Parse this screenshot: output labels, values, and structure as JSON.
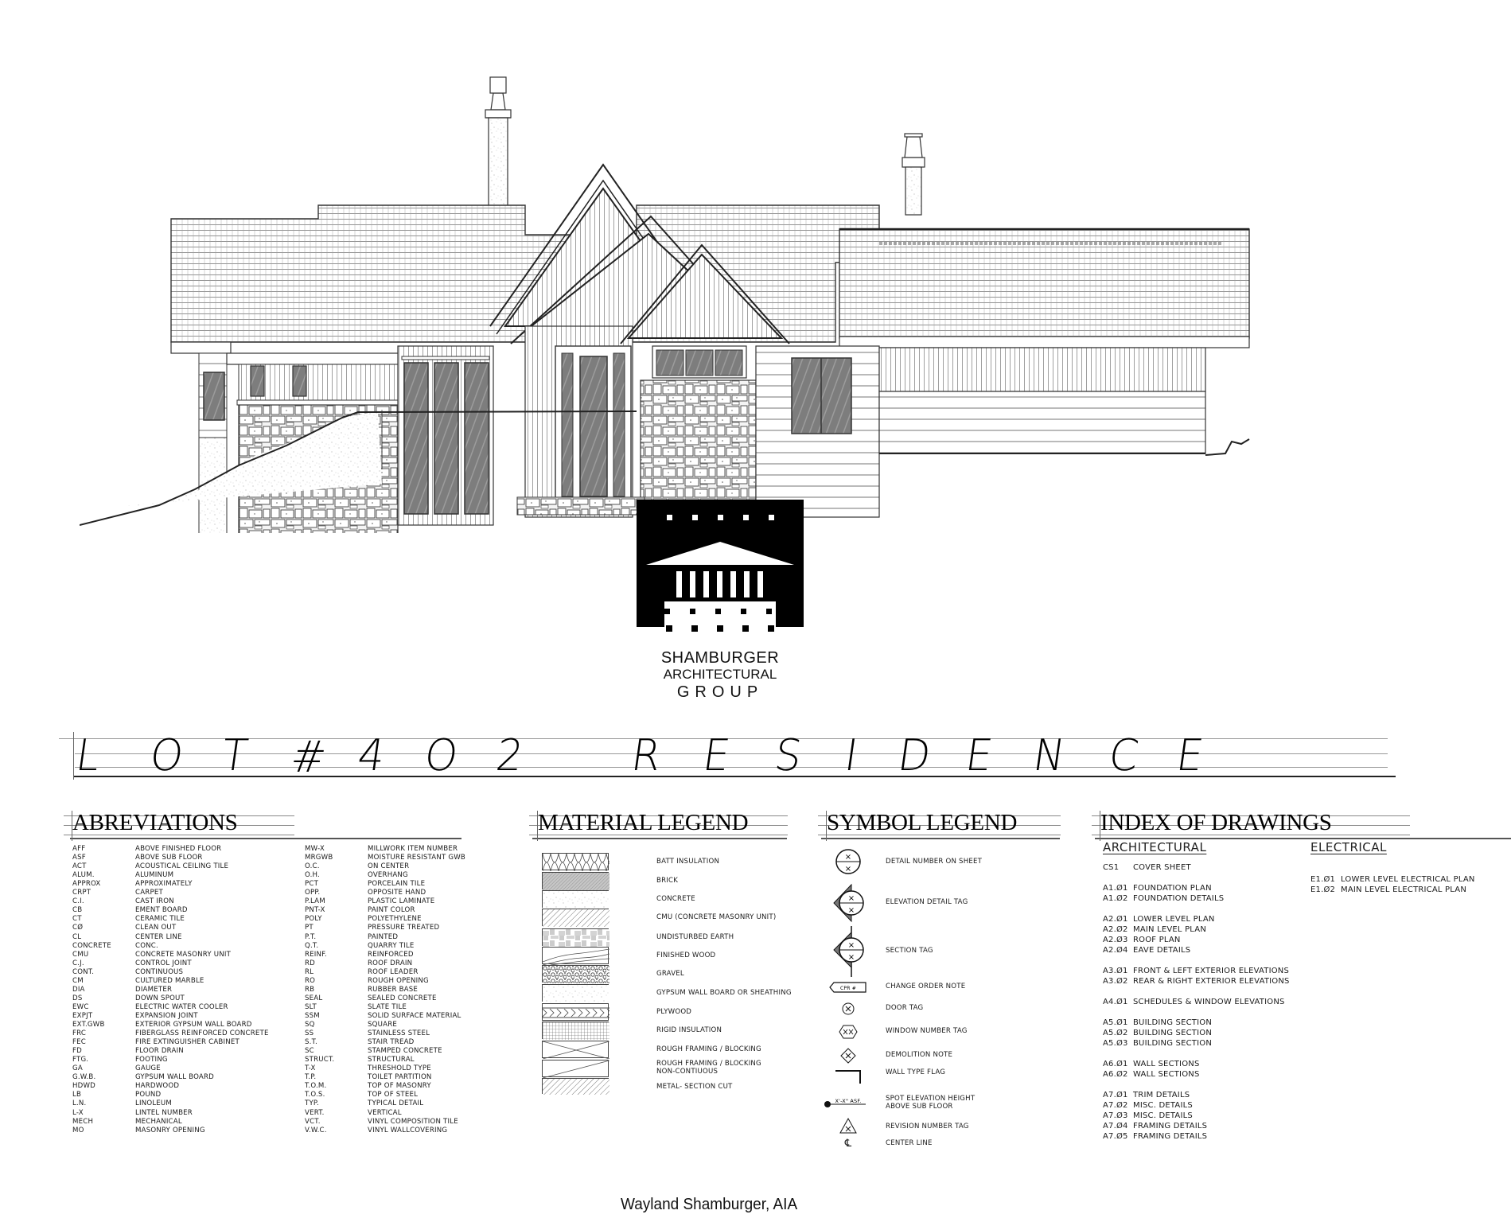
{
  "sheet": {
    "project_title": "LOT #402 RESIDENCE",
    "title_letters": [
      "L",
      "O",
      "T",
      "#",
      "4",
      "O",
      "2",
      "",
      "R",
      "E",
      "S",
      "I",
      "D",
      "E",
      "N",
      "C",
      "E"
    ],
    "architect_signature": "Wayland Shamburger, AIA"
  },
  "logo": {
    "line1": "SHAMBURGER",
    "line2": "ARCHITECTURAL",
    "line3": "GROUP"
  },
  "elevation": {
    "view": "front-exterior-elevation",
    "icon": "house-elevation-drawing-icon"
  },
  "abbreviations": {
    "heading": "ABREVIATIONS",
    "col1": [
      {
        "abbr": "AFF",
        "meaning": "ABOVE FINISHED FLOOR"
      },
      {
        "abbr": "ASF",
        "meaning": "ABOVE SUB FLOOR"
      },
      {
        "abbr": "ACT",
        "meaning": "ACOUSTICAL CEILING TILE"
      },
      {
        "abbr": "ALUM.",
        "meaning": "ALUMINUM"
      },
      {
        "abbr": "APPROX",
        "meaning": "APPROXIMATELY"
      },
      {
        "abbr": "CRPT",
        "meaning": "CARPET"
      },
      {
        "abbr": "C.I.",
        "meaning": "CAST IRON"
      },
      {
        "abbr": "CB",
        "meaning": "EMENT BOARD"
      },
      {
        "abbr": "CT",
        "meaning": "CERAMIC TILE"
      },
      {
        "abbr": "CØ",
        "meaning": "CLEAN OUT"
      },
      {
        "abbr": "CL",
        "meaning": "CENTER LINE"
      },
      {
        "abbr": "CONCRETE",
        "meaning": "CONC."
      },
      {
        "abbr": "CMU",
        "meaning": "CONCRETE MASONRY UNIT"
      },
      {
        "abbr": "C.J.",
        "meaning": "CONTROL JOINT"
      },
      {
        "abbr": "CONT.",
        "meaning": "CONTINUOUS"
      },
      {
        "abbr": "CM",
        "meaning": "CULTURED MARBLE"
      },
      {
        "abbr": "DIA",
        "meaning": "DIAMETER"
      },
      {
        "abbr": "DS",
        "meaning": "DOWN SPOUT"
      },
      {
        "abbr": "EWC",
        "meaning": "ELECTRIC WATER COOLER"
      },
      {
        "abbr": "EXPJT",
        "meaning": "EXPANSION JOINT"
      },
      {
        "abbr": "EXT.GWB",
        "meaning": "EXTERIOR GYPSUM WALL BOARD"
      },
      {
        "abbr": "FRC",
        "meaning": "FIBERGLASS REINFORCED CONCRETE"
      },
      {
        "abbr": "FEC",
        "meaning": "FIRE EXTINGUISHER CABINET"
      },
      {
        "abbr": "FD",
        "meaning": "FLOOR DRAIN"
      },
      {
        "abbr": "FTG.",
        "meaning": "FOOTING"
      },
      {
        "abbr": "GA",
        "meaning": "GAUGE"
      },
      {
        "abbr": "G.W.B.",
        "meaning": "GYPSUM WALL BOARD"
      },
      {
        "abbr": "HDWD",
        "meaning": "HARDWOOD"
      },
      {
        "abbr": "LB",
        "meaning": "POUND"
      },
      {
        "abbr": "L.N.",
        "meaning": "LINOLEUM"
      },
      {
        "abbr": "L-X",
        "meaning": "LINTEL NUMBER"
      },
      {
        "abbr": "MECH",
        "meaning": "MECHANICAL"
      },
      {
        "abbr": "MO",
        "meaning": "MASONRY OPENING"
      }
    ],
    "col2": [
      {
        "abbr": "MW-X",
        "meaning": "MILLWORK ITEM NUMBER"
      },
      {
        "abbr": "MRGWB",
        "meaning": "MOISTURE RESISTANT GWB"
      },
      {
        "abbr": "O.C.",
        "meaning": "ON CENTER"
      },
      {
        "abbr": "O.H.",
        "meaning": "OVERHANG"
      },
      {
        "abbr": "PCT",
        "meaning": "PORCELAIN TILE"
      },
      {
        "abbr": "OPP.",
        "meaning": "OPPOSITE HAND"
      },
      {
        "abbr": "P.LAM",
        "meaning": "PLASTIC LAMINATE"
      },
      {
        "abbr": "PNT-X",
        "meaning": "PAINT COLOR"
      },
      {
        "abbr": "POLY",
        "meaning": "POLYETHYLENE"
      },
      {
        "abbr": "PT",
        "meaning": "PRESSURE TREATED"
      },
      {
        "abbr": "P.T.",
        "meaning": "PAINTED"
      },
      {
        "abbr": "Q.T.",
        "meaning": "QUARRY TILE"
      },
      {
        "abbr": "REINF.",
        "meaning": "REINFORCED"
      },
      {
        "abbr": "RD",
        "meaning": "ROOF DRAIN"
      },
      {
        "abbr": "RL",
        "meaning": "ROOF LEADER"
      },
      {
        "abbr": "RO",
        "meaning": "ROUGH OPENING"
      },
      {
        "abbr": "RB",
        "meaning": "RUBBER BASE"
      },
      {
        "abbr": "SEAL",
        "meaning": "SEALED CONCRETE"
      },
      {
        "abbr": "SLT",
        "meaning": "SLATE TILE"
      },
      {
        "abbr": "SSM",
        "meaning": "SOLID SURFACE MATERIAL"
      },
      {
        "abbr": "SQ",
        "meaning": "SQUARE"
      },
      {
        "abbr": "SS",
        "meaning": "STAINLESS STEEL"
      },
      {
        "abbr": "S.T.",
        "meaning": "STAIR TREAD"
      },
      {
        "abbr": "SC",
        "meaning": "STAMPED CONCRETE"
      },
      {
        "abbr": "STRUCT.",
        "meaning": "STRUCTURAL"
      },
      {
        "abbr": "T-X",
        "meaning": "THRESHOLD TYPE"
      },
      {
        "abbr": "T.P.",
        "meaning": "TOILET PARTITION"
      },
      {
        "abbr": "T.O.M.",
        "meaning": "TOP OF MASONRY"
      },
      {
        "abbr": "T.O.S.",
        "meaning": "TOP OF STEEL"
      },
      {
        "abbr": "TYP.",
        "meaning": "TYPICAL DETAIL"
      },
      {
        "abbr": "VERT.",
        "meaning": "VERTICAL"
      },
      {
        "abbr": "VCT.",
        "meaning": "VINYL COMPOSITION TILE"
      },
      {
        "abbr": "V.W.C.",
        "meaning": "VINYL WALLCOVERING"
      }
    ]
  },
  "material_legend": {
    "heading": "MATERIAL LEGEND",
    "items": [
      {
        "label": "BATT INSULATION",
        "pattern": "batt-insulation-pattern"
      },
      {
        "label": "BRICK",
        "pattern": "brick-pattern"
      },
      {
        "label": "CONCRETE",
        "pattern": "concrete-pattern"
      },
      {
        "label": "CMU (CONCRETE MASONRY UNIT)",
        "pattern": "cmu-pattern"
      },
      {
        "label": "UNDISTURBED EARTH",
        "pattern": "earth-pattern"
      },
      {
        "label": "FINISHED WOOD",
        "pattern": "wood-pattern"
      },
      {
        "label": "GRAVEL",
        "pattern": "gravel-pattern"
      },
      {
        "label": "GYPSUM WALL BOARD OR SHEATHING",
        "pattern": "gypsum-pattern"
      },
      {
        "label": "PLYWOOD",
        "pattern": "plywood-pattern"
      },
      {
        "label": "RIGID INSULATION",
        "pattern": "rigid-insulation-pattern"
      },
      {
        "label": "ROUGH FRAMING / BLOCKING",
        "pattern": "rough-framing-pattern"
      },
      {
        "label": "ROUGH FRAMING / BLOCKING NON-CONTIUOUS",
        "pattern": "rough-framing-noncontinuous-pattern"
      },
      {
        "label": "METAL- SECTION CUT",
        "pattern": "metal-section-pattern"
      }
    ]
  },
  "symbol_legend": {
    "heading": "SYMBOL LEGEND",
    "items": [
      {
        "label": "DETAIL NUMBER ON SHEET",
        "icon": "detail-number-icon"
      },
      {
        "label": "ELEVATION DETAIL TAG",
        "icon": "elevation-tag-icon"
      },
      {
        "label": "SECTION TAG",
        "icon": "section-tag-icon"
      },
      {
        "label": "CHANGE ORDER NOTE",
        "icon": "change-order-icon",
        "icon_text": "CPR #"
      },
      {
        "label": "DOOR TAG",
        "icon": "door-tag-icon"
      },
      {
        "label": "WINDOW NUMBER TAG",
        "icon": "window-tag-icon"
      },
      {
        "label": "DEMOLITION NOTE",
        "icon": "demolition-note-icon"
      },
      {
        "label": "WALL TYPE FLAG",
        "icon": "wall-type-flag-icon"
      },
      {
        "label": "SPOT ELEVATION HEIGHT ABOVE SUB FLOOR",
        "icon": "spot-elevation-icon",
        "icon_text": "X'-X\" ASF."
      },
      {
        "label": "REVISION NUMBER TAG",
        "icon": "revision-tag-icon"
      },
      {
        "label": "CENTER LINE",
        "icon": "center-line-icon",
        "icon_text": "℄"
      }
    ]
  },
  "index_of_drawings": {
    "heading": "INDEX OF DRAWINGS",
    "architectural": {
      "heading": "ARCHITECTURAL",
      "groups": [
        [
          {
            "code": "CS1",
            "title": "COVER SHEET"
          }
        ],
        [
          {
            "code": "A1.Ø1",
            "title": "FOUNDATION PLAN"
          },
          {
            "code": "A1.Ø2",
            "title": "FOUNDATION DETAILS"
          }
        ],
        [
          {
            "code": "A2.Ø1",
            "title": "LOWER LEVEL PLAN"
          },
          {
            "code": "A2.Ø2",
            "title": "MAIN LEVEL PLAN"
          },
          {
            "code": "A2.Ø3",
            "title": "ROOF PLAN"
          },
          {
            "code": "A2.Ø4",
            "title": "EAVE DETAILS"
          }
        ],
        [
          {
            "code": "A3.Ø1",
            "title": "FRONT & LEFT EXTERIOR ELEVATIONS"
          },
          {
            "code": "A3.Ø2",
            "title": "REAR & RIGHT EXTERIOR ELEVATIONS"
          }
        ],
        [
          {
            "code": "A4.Ø1",
            "title": "SCHEDULES & WINDOW ELEVATIONS"
          }
        ],
        [
          {
            "code": "A5.Ø1",
            "title": "BUILDING SECTION"
          },
          {
            "code": "A5.Ø2",
            "title": "BUILDING SECTION"
          },
          {
            "code": "A5.Ø3",
            "title": "BUILDING SECTION"
          }
        ],
        [
          {
            "code": "A6.Ø1",
            "title": "WALL SECTIONS"
          },
          {
            "code": "A6.Ø2",
            "title": "WALL SECTIONS"
          }
        ],
        [
          {
            "code": "A7.Ø1",
            "title": "TRIM DETAILS"
          },
          {
            "code": "A7.Ø2",
            "title": "MISC. DETAILS"
          },
          {
            "code": "A7.Ø3",
            "title": "MISC. DETAILS"
          },
          {
            "code": "A7.Ø4",
            "title": "FRAMING DETAILS"
          },
          {
            "code": "A7.Ø5",
            "title": "FRAMING DETAILS"
          }
        ]
      ]
    },
    "electrical": {
      "heading": "ELECTRICAL",
      "items": [
        {
          "code": "E1.Ø1",
          "title": "LOWER LEVEL ELECTRICAL PLAN"
        },
        {
          "code": "E1.Ø2",
          "title": "MAIN LEVEL ELECTRICAL PLAN"
        }
      ]
    }
  }
}
